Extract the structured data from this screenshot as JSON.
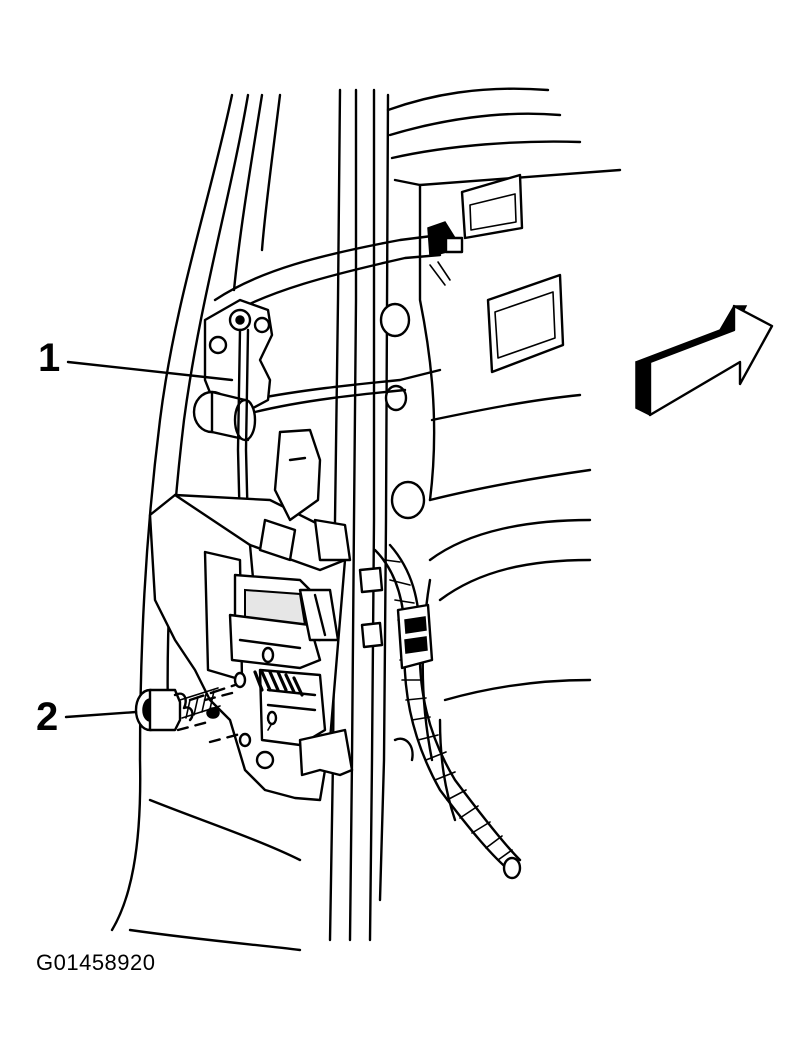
{
  "callouts": [
    {
      "number": "1"
    },
    {
      "number": "2"
    }
  ],
  "figure_code": "G01458920",
  "icons": {
    "direction_arrow": "3d-arrow-icon"
  }
}
